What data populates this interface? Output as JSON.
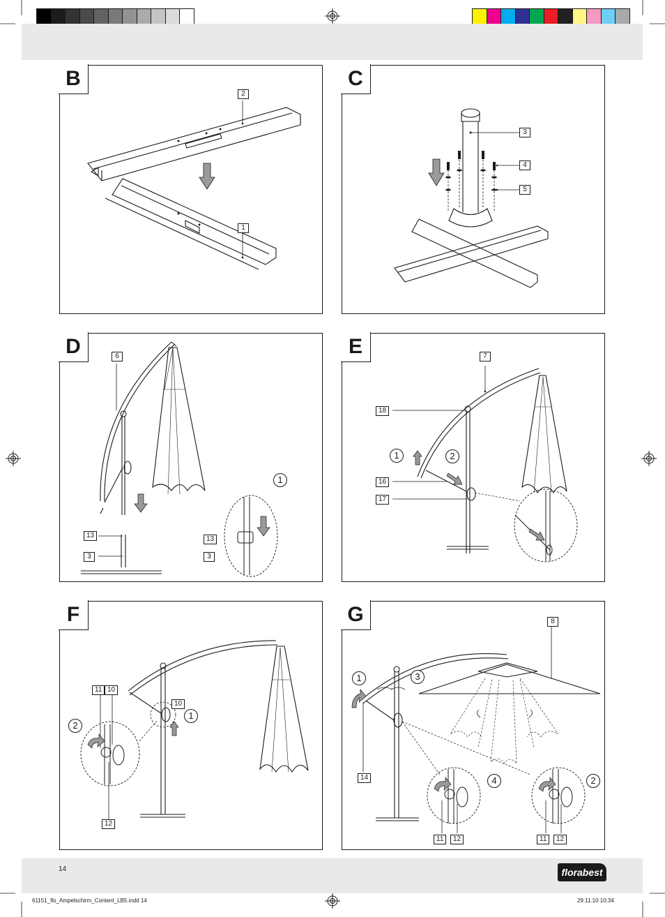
{
  "color_bar_left": [
    "#000000",
    "#1c1c1c",
    "#333333",
    "#4a4a4a",
    "#626262",
    "#7a7a7a",
    "#939393",
    "#ababab",
    "#c4c4c4",
    "#dcdcdc",
    "#ffffff"
  ],
  "color_bar_right": [
    "#fff200",
    "#ec008c",
    "#00aeef",
    "#2e3192",
    "#00a651",
    "#ed1c24",
    "#231f20",
    "#fff685",
    "#f49ac1",
    "#6dcff6",
    "#a7a9ac"
  ],
  "panels": [
    {
      "letter": "B",
      "labels": [
        "2",
        "1"
      ]
    },
    {
      "letter": "C",
      "labels": [
        "3",
        "4",
        "5"
      ]
    },
    {
      "letter": "D",
      "labels": [
        "6",
        "13",
        "3",
        "13",
        "3"
      ],
      "steps": [
        "1"
      ]
    },
    {
      "letter": "E",
      "labels": [
        "7",
        "18",
        "16",
        "17"
      ],
      "steps": [
        "1",
        "2"
      ]
    },
    {
      "letter": "F",
      "labels": [
        "11",
        "10",
        "10",
        "12"
      ],
      "steps": [
        "2",
        "1"
      ]
    },
    {
      "letter": "G",
      "labels": [
        "8",
        "14",
        "11",
        "12",
        "11",
        "12"
      ],
      "steps": [
        "1",
        "3",
        "4",
        "2"
      ]
    }
  ],
  "page_number": "14",
  "brand": "florabest",
  "footer_file": "61151_flo_Ampelschirm_Content_LB5.indd   14",
  "footer_date": "29.11.10   10:34"
}
